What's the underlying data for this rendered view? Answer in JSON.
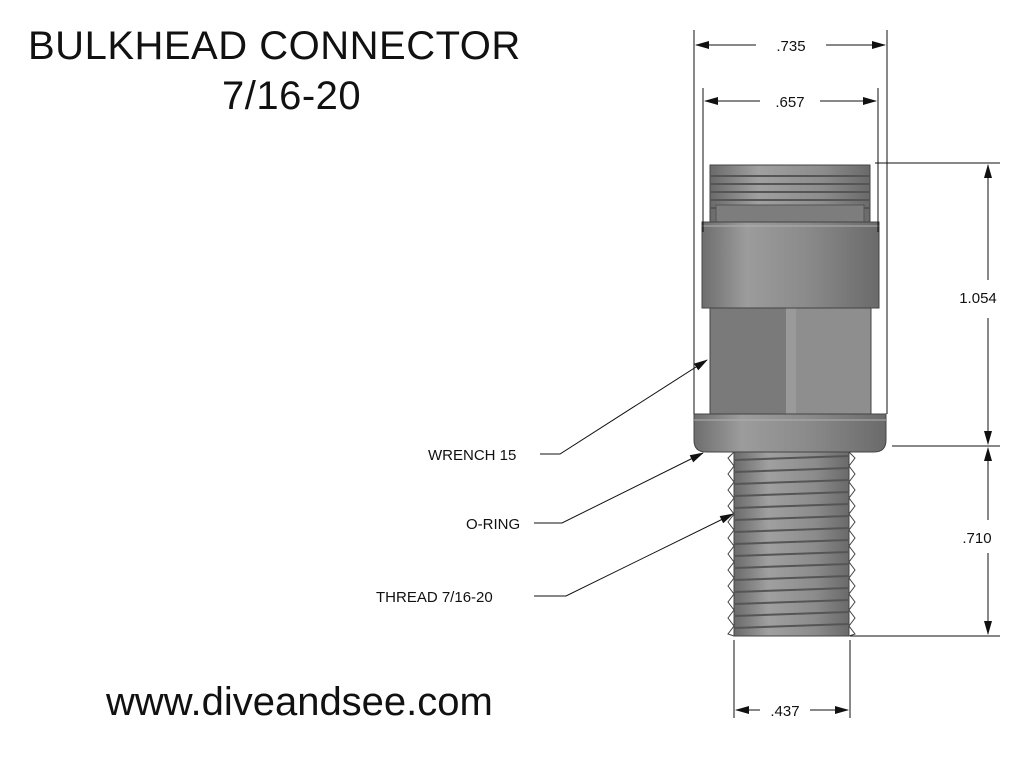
{
  "title": {
    "line1": "BULKHEAD CONNECTOR",
    "line2": "7/16-20"
  },
  "website": "www.diveandsee.com",
  "dimensions": {
    "overall_width": ".735",
    "top_thread_width": ".657",
    "upper_height": "1.054",
    "lower_height": ".710",
    "bottom_thread_width": ".437"
  },
  "callouts": {
    "wrench": "WRENCH 15",
    "oring": "O-RING",
    "thread": "THREAD 7/16-20"
  },
  "colors": {
    "part_light": "#9a9a9a",
    "part_mid": "#808080",
    "part_dark": "#5f5f5f",
    "line": "#111111"
  }
}
